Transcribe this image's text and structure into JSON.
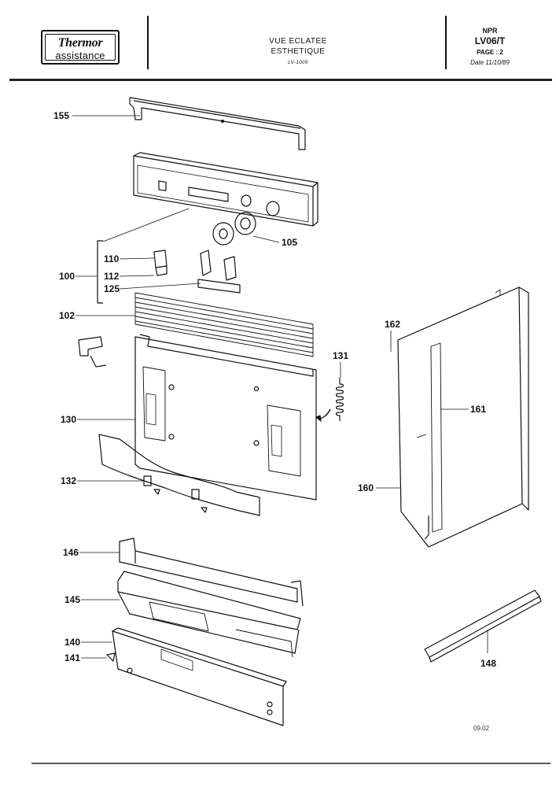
{
  "header": {
    "logo_brand": "Thermor",
    "logo_sub": "assistance",
    "title_line1": "VUE ECLATEE",
    "title_line2": "ESTHETIQUE",
    "doc_ref": "LV-1009",
    "npr_label": "NPR",
    "model": "LV06/T",
    "page": "PAGE : 2",
    "date": "Date 11/10/89"
  },
  "diagram": {
    "callouts": [
      {
        "id": "155",
        "label": "155"
      },
      {
        "id": "105",
        "label": "105"
      },
      {
        "id": "110",
        "label": "110"
      },
      {
        "id": "100",
        "label": "100"
      },
      {
        "id": "112",
        "label": "112"
      },
      {
        "id": "125",
        "label": "125"
      },
      {
        "id": "102",
        "label": "102"
      },
      {
        "id": "162",
        "label": "162"
      },
      {
        "id": "131",
        "label": "131"
      },
      {
        "id": "161",
        "label": "161"
      },
      {
        "id": "130",
        "label": "130"
      },
      {
        "id": "132",
        "label": "132"
      },
      {
        "id": "160",
        "label": "160"
      },
      {
        "id": "146",
        "label": "146"
      },
      {
        "id": "145",
        "label": "145"
      },
      {
        "id": "140",
        "label": "140"
      },
      {
        "id": "141",
        "label": "141"
      },
      {
        "id": "148",
        "label": "148"
      }
    ],
    "footer_code": "09.02"
  }
}
